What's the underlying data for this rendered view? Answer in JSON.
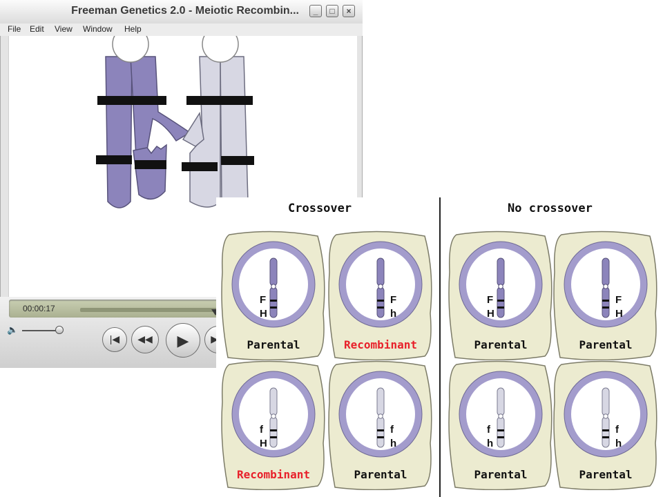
{
  "window": {
    "title": "Freeman Genetics 2.0 - Meiotic Recombin...",
    "controls": [
      "minimize",
      "maximize",
      "close"
    ]
  },
  "menu": [
    "File",
    "Edit",
    "View",
    "Window",
    "Help"
  ],
  "player": {
    "time": "00:00:17",
    "progress": 0.46,
    "volume": 0.85,
    "buttons": [
      "skip-back",
      "rewind",
      "play",
      "fast-forward"
    ]
  },
  "figure": {
    "headings": {
      "left": "Crossover",
      "right": "No crossover"
    },
    "cells": [
      {
        "group": "crossover",
        "top": "F",
        "bottom": "H",
        "label": "Parental",
        "color": "purple",
        "side": "left"
      },
      {
        "group": "crossover",
        "top": "F",
        "bottom": "h",
        "label": "Recombinant",
        "color": "purple",
        "side": "right"
      },
      {
        "group": "crossover",
        "top": "f",
        "bottom": "H",
        "label": "Recombinant",
        "color": "white",
        "side": "left"
      },
      {
        "group": "crossover",
        "top": "f",
        "bottom": "h",
        "label": "Parental",
        "color": "white",
        "side": "right"
      },
      {
        "group": "no-crossover",
        "top": "F",
        "bottom": "H",
        "label": "Parental",
        "color": "purple",
        "side": "left"
      },
      {
        "group": "no-crossover",
        "top": "F",
        "bottom": "H",
        "label": "Parental",
        "color": "purple",
        "side": "right"
      },
      {
        "group": "no-crossover",
        "top": "f",
        "bottom": "h",
        "label": "Parental",
        "color": "white",
        "side": "left"
      },
      {
        "group": "no-crossover",
        "top": "f",
        "bottom": "h",
        "label": "Parental",
        "color": "white",
        "side": "right"
      }
    ]
  },
  "colors": {
    "purple": "#8c84bb",
    "light": "#d7d7e3",
    "cell_fill": "#ecebd0",
    "cell_stroke": "#7c7b67",
    "recombinant_label": "#e8202a"
  }
}
